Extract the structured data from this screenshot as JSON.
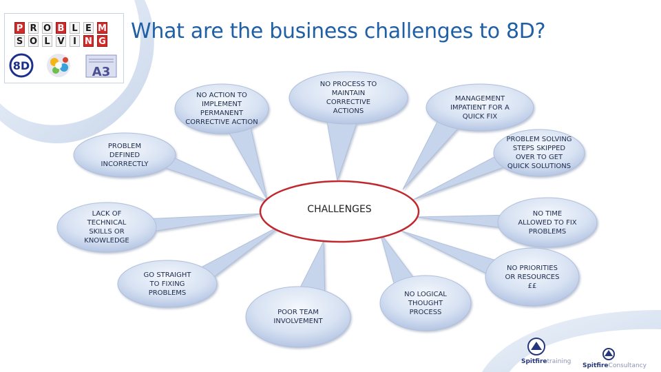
{
  "slide": {
    "title": "What are the business challenges to 8D?"
  },
  "logo": {
    "row1": [
      "P",
      "R",
      "O",
      "B",
      "L",
      "E",
      "M"
    ],
    "row2": [
      "S",
      "O",
      "L",
      "V",
      "I",
      "N",
      "G"
    ],
    "badge_8d": "8D",
    "badge_a3": "A3"
  },
  "diagram": {
    "center": "CHALLENGES",
    "nodes": [
      {
        "id": "no-action",
        "lines": [
          "NO ACTION TO",
          "IMPLEMENT",
          "PERMANENT",
          "CORRECTIVE ACTION"
        ]
      },
      {
        "id": "no-process",
        "lines": [
          "NO PROCESS TO",
          "MAINTAIN",
          "CORRECTIVE",
          "ACTIONS"
        ]
      },
      {
        "id": "management",
        "lines": [
          "MANAGEMENT",
          "IMPATIENT FOR A",
          "QUICK FIX"
        ]
      },
      {
        "id": "problem-defined",
        "lines": [
          "PROBLEM",
          "DEFINED",
          "INCORRECTLY"
        ]
      },
      {
        "id": "steps-skipped",
        "lines": [
          "PROBLEM SOLVING",
          "STEPS SKIPPED",
          "OVER TO GET",
          "QUICK SOLUTIONS"
        ]
      },
      {
        "id": "lack-technical",
        "lines": [
          "LACK OF",
          "TECHNICAL",
          "SKILLS OR",
          "KNOWLEDGE"
        ]
      },
      {
        "id": "no-time",
        "lines": [
          "NO TIME",
          "ALLOWED TO FIX",
          "PROBLEMS"
        ]
      },
      {
        "id": "go-straight",
        "lines": [
          "GO STRAIGHT",
          "TO FIXING",
          "PROBLEMS"
        ]
      },
      {
        "id": "no-priorities",
        "lines": [
          "NO PRIORITIES",
          "OR RESOURCES",
          "££"
        ]
      },
      {
        "id": "no-logical",
        "lines": [
          "NO LOGICAL",
          "THOUGHT",
          "PROCESS"
        ]
      },
      {
        "id": "poor-team",
        "lines": [
          "POOR TEAM",
          "INVOLVEMENT"
        ]
      }
    ]
  },
  "footer": {
    "brand1_a": "Spitfire",
    "brand1_b": "training",
    "brand2_a": "Spitfire",
    "brand2_b": "Consultancy"
  },
  "colors": {
    "callout_fill_top": "#eef3fb",
    "callout_fill_bottom": "#b7c8e6",
    "callout_stroke": "#b0bfd9",
    "center_stroke": "#c0282e",
    "title": "#1f5fa6"
  }
}
